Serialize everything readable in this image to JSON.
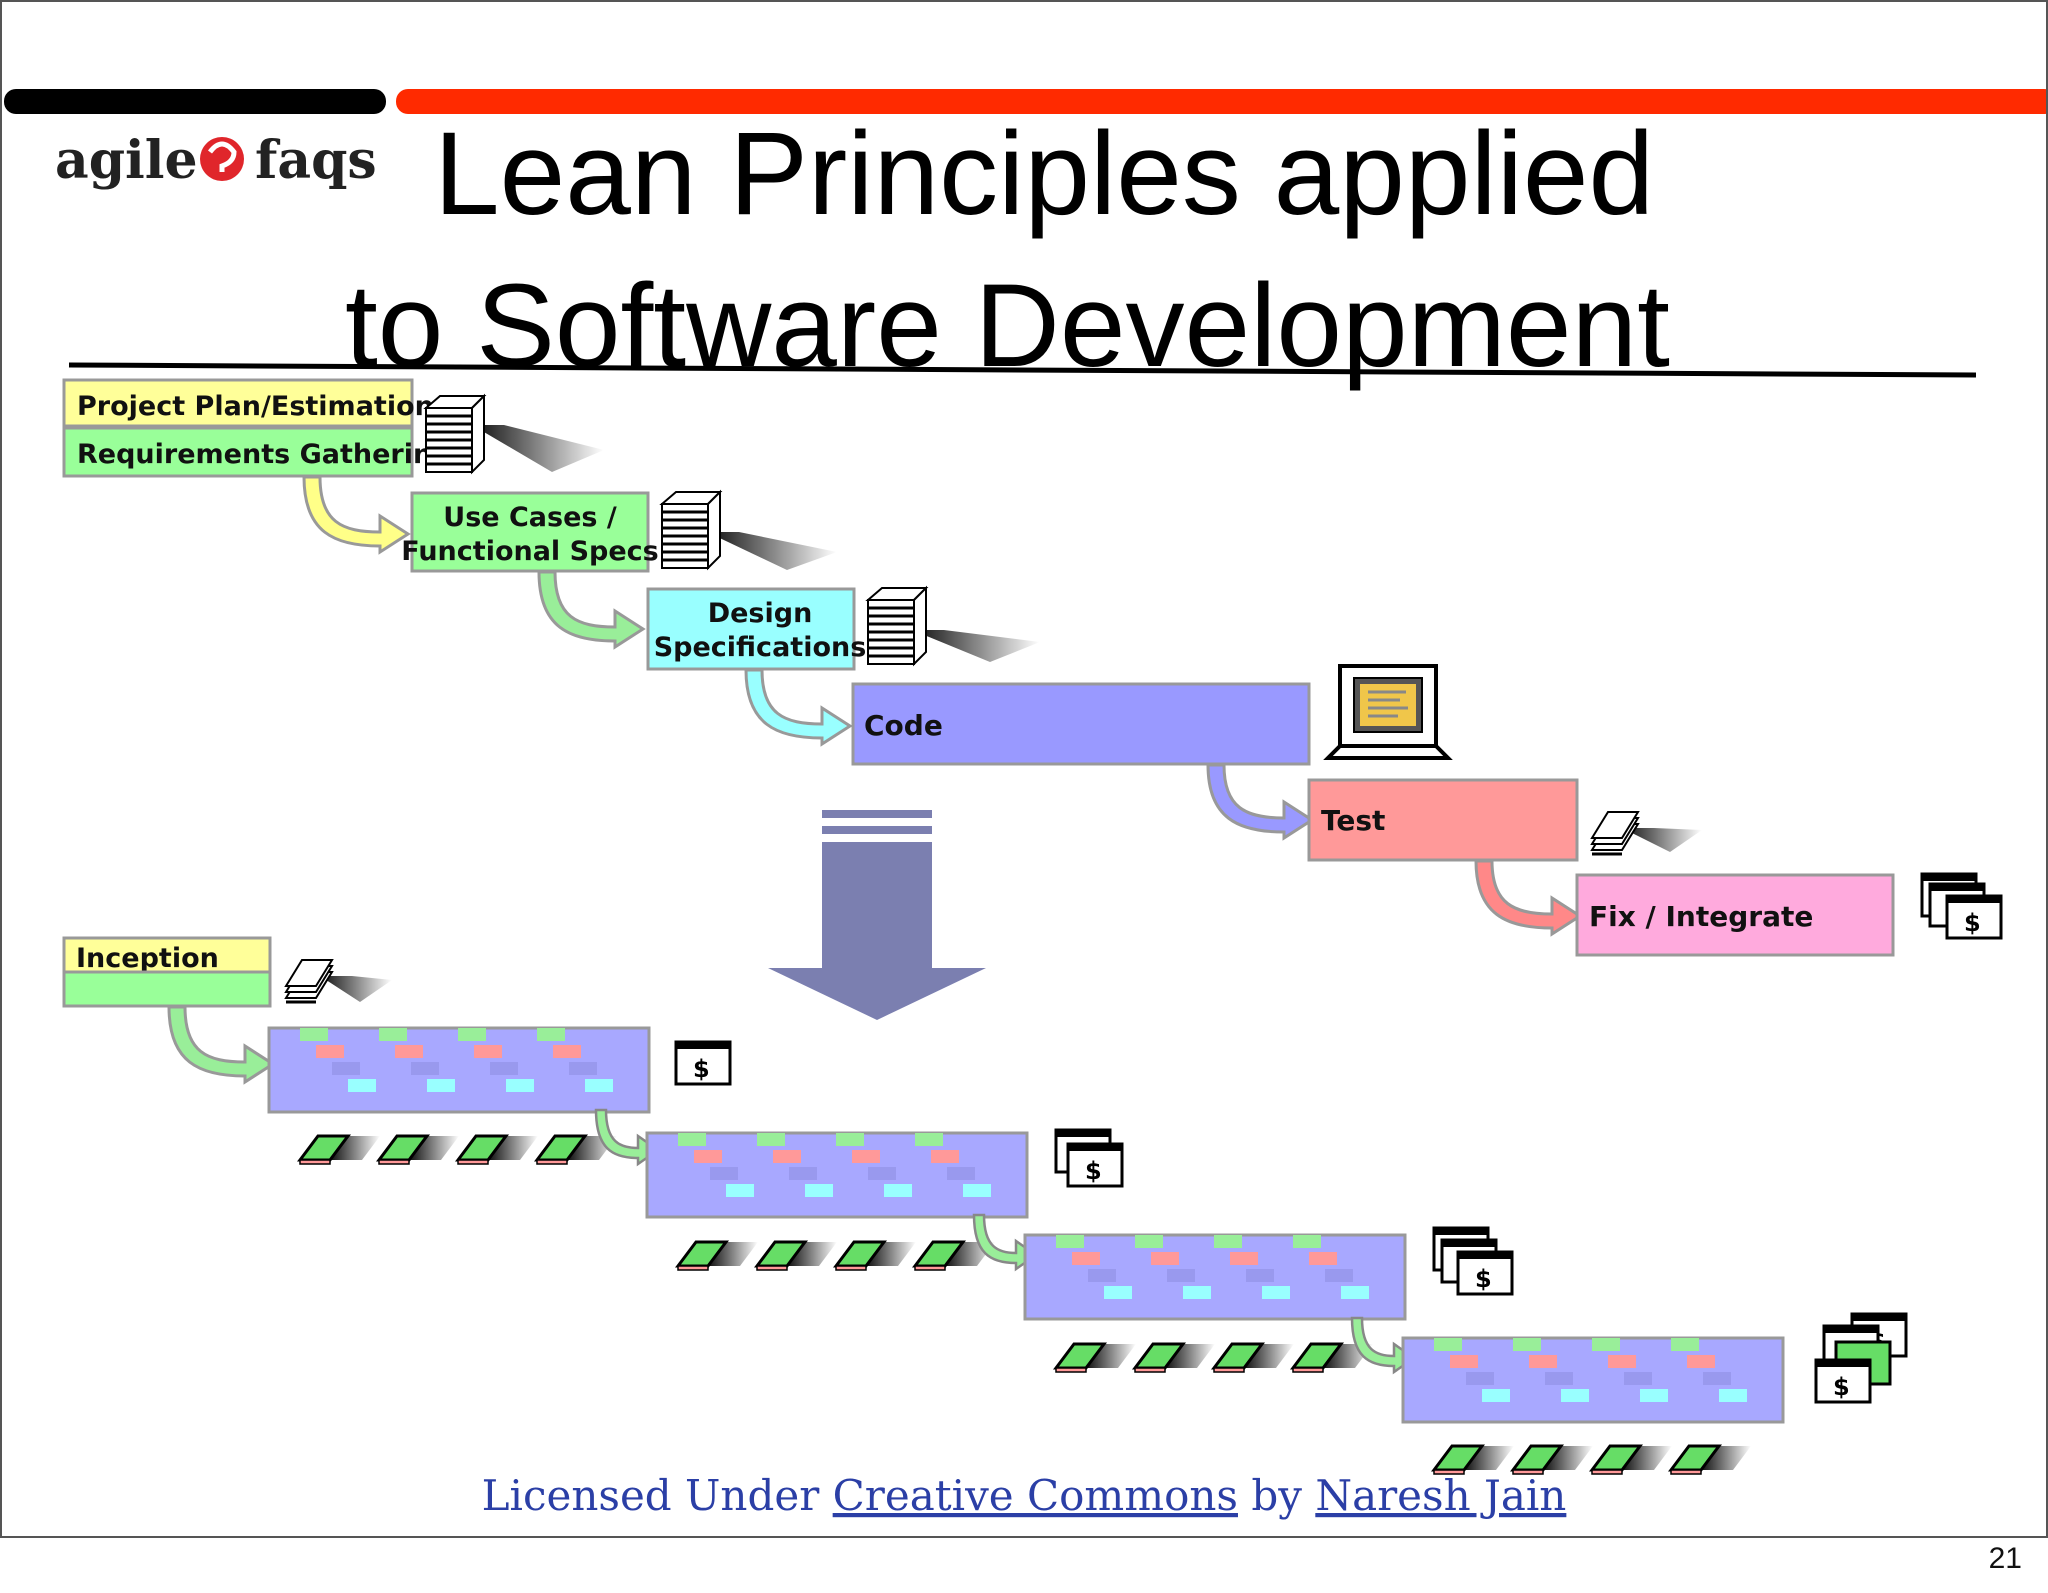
{
  "slide": {
    "title_line1": "Lean Principles applied",
    "title_line2": "to Software Development",
    "logo": {
      "left": "agile",
      "right": "faqs",
      "mark_color": "#e0262b"
    },
    "page_number": "21",
    "accent_bar_color": "#ff2a00"
  },
  "waterfall": {
    "stages": [
      {
        "label": "Project Plan/Estimation",
        "color": "#ffff99"
      },
      {
        "label": "Requirements Gathering",
        "color": "#99ff99"
      },
      {
        "label_line1": "Use Cases /",
        "label_line2": "Functional Specs",
        "color": "#99ff99"
      },
      {
        "label_line1": "Design",
        "label_line2": "Specifications",
        "color": "#99ffff"
      },
      {
        "label": "Code",
        "color": "#9999ff"
      },
      {
        "label": "Test",
        "color": "#ff9999"
      },
      {
        "label": "Fix / Integrate",
        "color": "#ffaadd"
      }
    ]
  },
  "iterative": {
    "inception_label": "Inception",
    "iteration_count": 4,
    "tiles_per_iteration": 4
  },
  "credit": {
    "prefix": "Licensed Under ",
    "license": "Creative Commons",
    "middle": " by ",
    "author": "Naresh Jain"
  }
}
